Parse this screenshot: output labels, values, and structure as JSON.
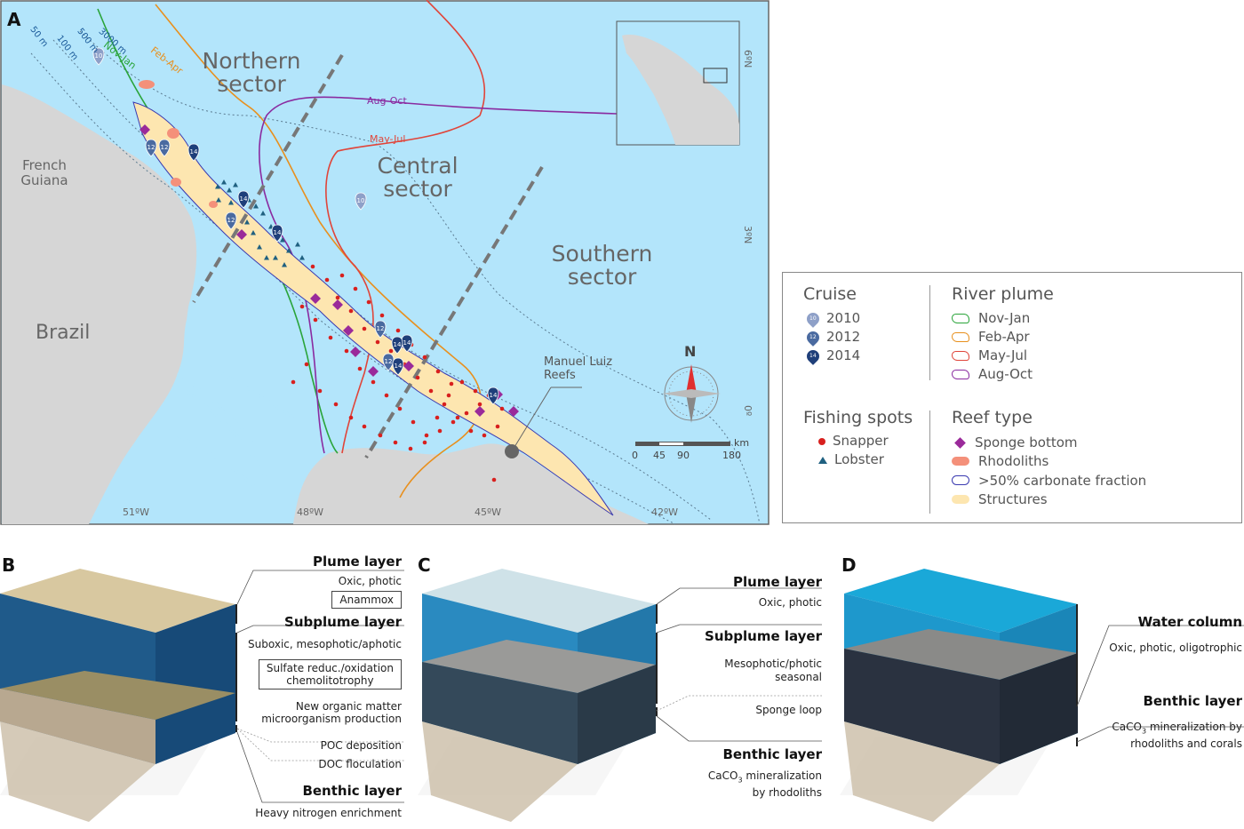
{
  "panels": {
    "a": "A",
    "b": "B",
    "c": "C",
    "d": "D"
  },
  "map": {
    "sectors": {
      "northern": [
        "Northern",
        "sector"
      ],
      "central": [
        "Central",
        "sector"
      ],
      "southern": [
        "Southern",
        "sector"
      ]
    },
    "land": {
      "french_guiana": [
        "French",
        "Guiana"
      ],
      "brazil": "Brazil"
    },
    "isobaths": [
      "3000 m",
      "500 m",
      "100 m",
      "50 m"
    ],
    "plume_labels": {
      "nov_jan": "Nov-Jan",
      "feb_apr": "Feb-Apr",
      "aug_oct": "Aug-Oct",
      "may_jul": "May-Jul"
    },
    "reefs_label": [
      "Manuel Luiz",
      "Reefs"
    ],
    "longitudes": [
      "51ºW",
      "48ºW",
      "45ºW",
      "42ºW"
    ],
    "latitudes": [
      "6ºN",
      "3ºN",
      "0º"
    ],
    "compass": "N",
    "scale": {
      "ticks": [
        "0",
        "45",
        "90",
        "180"
      ],
      "unit": "km"
    },
    "cruise_markers": [
      {
        "label": "10",
        "year": 2010
      },
      {
        "label": "10",
        "year": 2010
      },
      {
        "label": "12",
        "year": 2012
      },
      {
        "label": "12",
        "year": 2012
      },
      {
        "label": "12",
        "year": 2012
      },
      {
        "label": "12",
        "year": 2012
      },
      {
        "label": "12",
        "year": 2012
      },
      {
        "label": "14",
        "year": 2014
      },
      {
        "label": "14",
        "year": 2014
      },
      {
        "label": "14",
        "year": 2014
      },
      {
        "label": "14",
        "year": 2014
      },
      {
        "label": "14",
        "year": 2014
      },
      {
        "label": "14",
        "year": 2014
      },
      {
        "label": "14",
        "year": 2014
      }
    ],
    "colors": {
      "ocean": "#b3e5fb",
      "land": "#d6d6d6",
      "nov_jan": "#2aa43a",
      "feb_apr": "#e8901e",
      "may_jul": "#e0453a",
      "aug_oct": "#8a2ba0",
      "cruise_2010": "#8ea0c8",
      "cruise_2012": "#4a6aa0",
      "cruise_2014": "#1f3f7a",
      "snapper": "#d8201e",
      "lobster": "#1f6080",
      "sponge": "#9a2a9a",
      "rhodoliths": "#f4907a",
      "carbonate": "#3a3ab0",
      "structures": "#fde6b0"
    }
  },
  "legend": {
    "cruise": {
      "title": "Cruise",
      "items": [
        {
          "badge": "10",
          "label": "2010"
        },
        {
          "badge": "12",
          "label": "2012"
        },
        {
          "badge": "14",
          "label": "2014"
        }
      ]
    },
    "river_plume": {
      "title": "River plume",
      "items": [
        "Nov-Jan",
        "Feb-Apr",
        "May-Jul",
        "Aug-Oct"
      ]
    },
    "fishing": {
      "title": "Fishing spots",
      "items": [
        "Snapper",
        "Lobster"
      ]
    },
    "reef": {
      "title": "Reef type",
      "items": [
        "Sponge bottom",
        "Rhodoliths",
        ">50% carbonate fraction",
        "Structures"
      ]
    }
  },
  "panel_b": {
    "plume_title": "Plume layer",
    "plume_desc": "Oxic, photic",
    "plume_box": "Anammox",
    "subplume_title": "Subplume layer",
    "subplume_desc": "Suboxic, mesophotic/aphotic",
    "subplume_box": [
      "Sulfate reduc./oxidation",
      "chemolitotrophy"
    ],
    "organic": [
      "New organic matter",
      "microorganism production"
    ],
    "poc": "POC deposition",
    "doc": "DOC floculation",
    "benthic_title": "Benthic layer",
    "benthic_desc": "Heavy nitrogen enrichment"
  },
  "panel_c": {
    "plume_title": "Plume layer",
    "plume_desc": "Oxic, photic",
    "subplume_title": "Subplume layer",
    "subplume_desc": [
      "Mesophotic/photic",
      "seasonal"
    ],
    "sponge": "Sponge loop",
    "benthic_title": "Benthic layer",
    "benthic_desc": [
      "CaCO",
      "3",
      " mineralization",
      "by rhodoliths"
    ]
  },
  "panel_d": {
    "water_title": "Water column",
    "water_desc": "Oxic, photic, oligotrophic",
    "benthic_title": "Benthic layer",
    "benthic_desc": [
      "CaCO",
      "3",
      " mineralization by",
      "rhodoliths and corals"
    ]
  }
}
